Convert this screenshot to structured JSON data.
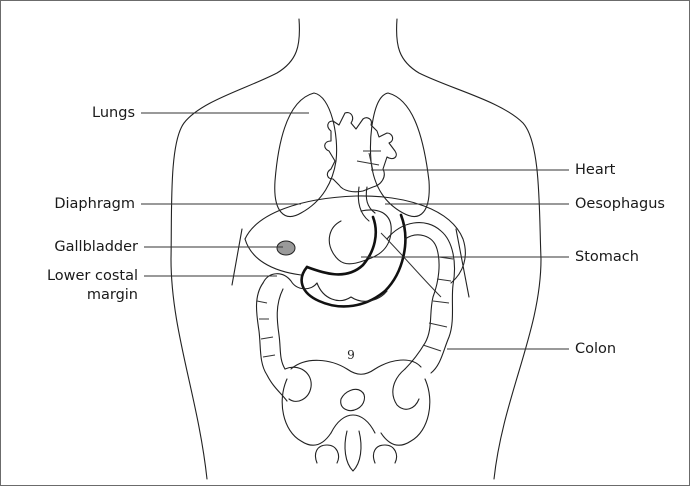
{
  "labels": {
    "lungs": "Lungs",
    "heart": "Heart",
    "diaphragm": "Diaphragm",
    "oesophagus": "Oesophagus",
    "gallbladder": "Gallbladder",
    "stomach": "Stomach",
    "lower_costal_1": "Lower costal",
    "lower_costal_2": "margin",
    "colon": "Colon",
    "navel": "9"
  }
}
